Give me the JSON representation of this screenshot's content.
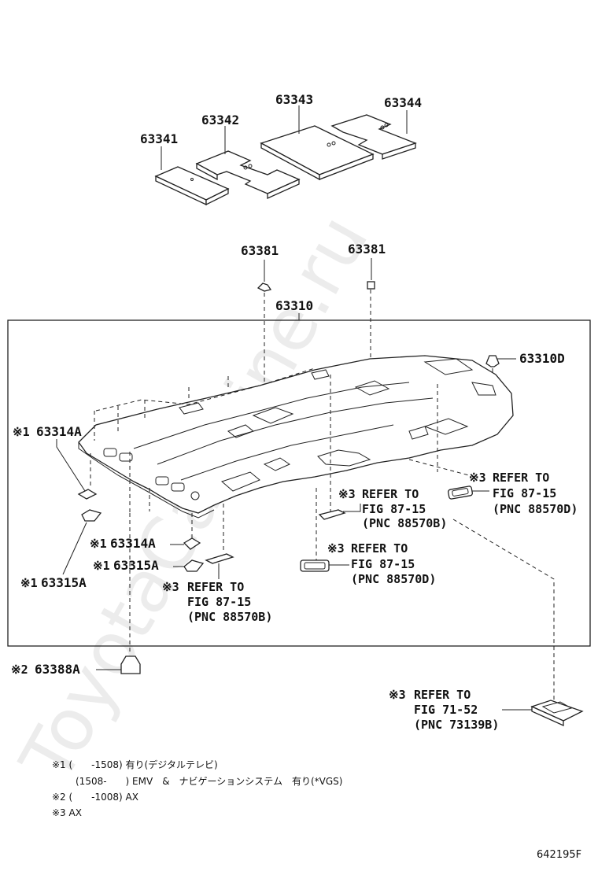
{
  "watermark": "ToyotaCarMine.ru",
  "figure_code": "642195F",
  "parts": {
    "p63341": "63341",
    "p63342": "63342",
    "p63343": "63343",
    "p63344": "63344",
    "p63381_left": "63381",
    "p63381_right": "63381",
    "p63310": "63310",
    "p63310d": "63310D",
    "p63314a_upper": "63314A",
    "p63314a_lower": "63314A",
    "p63315a_right": "63315A",
    "p63315a_left": "63315A",
    "p63388a": "63388A"
  },
  "marks": {
    "m1": "※1",
    "m2": "※2",
    "m3": "※3"
  },
  "refers": [
    {
      "mark": "※3",
      "line1": "REFER TO",
      "line2": "FIG 87-15",
      "line3": "(PNC 88570D)"
    },
    {
      "mark": "※3",
      "line1": "REFER TO",
      "line2": "FIG 87-15",
      "line3": "(PNC 88570B)"
    },
    {
      "mark": "※3",
      "line1": "REFER TO",
      "line2": "FIG 87-15",
      "line3": "(PNC 88570D)"
    },
    {
      "mark": "※3",
      "line1": "REFER TO",
      "line2": "FIG 87-15",
      "line3": "(PNC 88570B)"
    },
    {
      "mark": "※3",
      "line1": "REFER TO",
      "line2": "FIG 71-52",
      "line3": "(PNC 73139B)"
    }
  ],
  "footnotes": [
    "※1 (　　-1508) 有り(デジタルテレビ)",
    "(1508-　　) EMV　&　ナビゲーションシステム　有り(*VGS)",
    "※2 (　　-1008) AX",
    "※3 AX"
  ]
}
